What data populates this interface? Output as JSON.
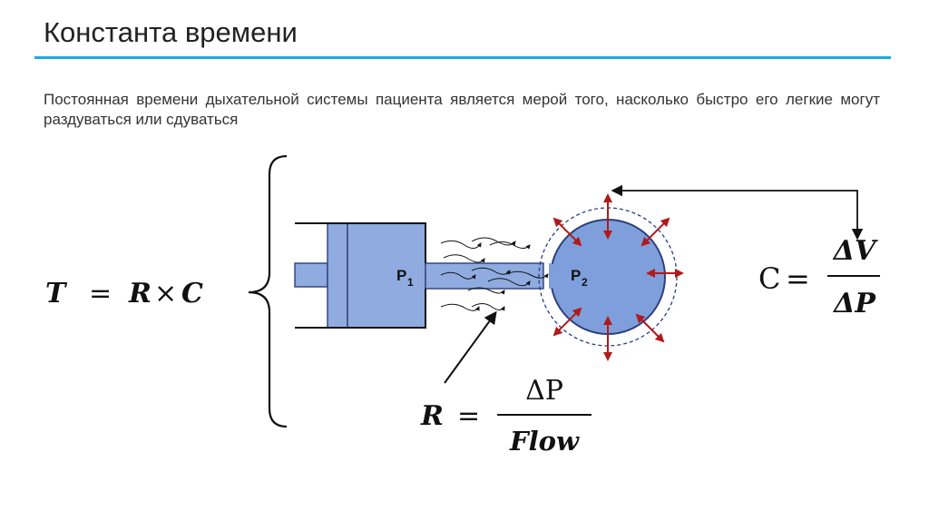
{
  "title": "Константа времени",
  "description": "Постоянная времени дыхательной системы пациента является мерой того, насколько быстро его легкие могут раздуваться или сдуваться",
  "formula_tau": {
    "lhs": "T",
    "eq": "=",
    "r": "R",
    "times": "×",
    "c": "C"
  },
  "labels": {
    "p1": "P",
    "p1_sub": "1",
    "p2": "P",
    "p2_sub": "2"
  },
  "formula_c": {
    "lhs": "C",
    "eq": "=",
    "numerator": "ΔV",
    "denominator": "ΔP"
  },
  "formula_r": {
    "lhs": "R",
    "eq": "=",
    "numerator": "ΔP",
    "denominator": "Flow"
  },
  "colors": {
    "accent_rule": "#1fa8e0",
    "piston_fill": "#8fabe0",
    "piston_stroke": "#2c3f7a",
    "balloon_fill": "#7f9fdc",
    "arrow_red": "#b11a1a",
    "dashed": "#2c3f7a"
  }
}
